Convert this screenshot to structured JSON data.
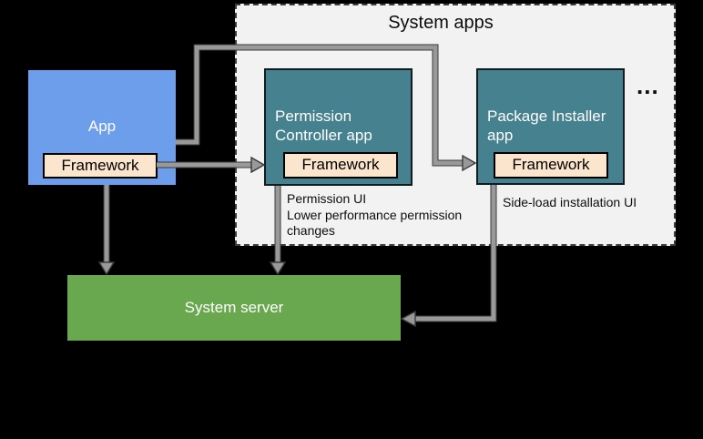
{
  "colors": {
    "canvas-bg": "#000000",
    "system-apps-bg": "#f2f2f2",
    "app-blue": "#6d9eeb",
    "system-app-teal": "#45818e",
    "framework-beige": "#fce5cd",
    "server-green": "#6aa84f",
    "arrow-gray": "#999999",
    "arrow-outline": "#3b3b3b",
    "text-light": "#ffffff",
    "text-dark": "#0d0d0d"
  },
  "diagram": {
    "system_apps": {
      "title": "System apps",
      "more_apps": "..."
    },
    "app": {
      "label": "App",
      "framework": "Framework"
    },
    "permission_controller": {
      "label": "Permission\nController app",
      "framework": "Framework",
      "note": "Permission UI\nLower performance permission\nchanges"
    },
    "package_installer": {
      "label": "Package Installer\napp",
      "framework": "Framework",
      "note": "Side-load installation UI"
    },
    "system_server": {
      "label": "System server"
    }
  }
}
